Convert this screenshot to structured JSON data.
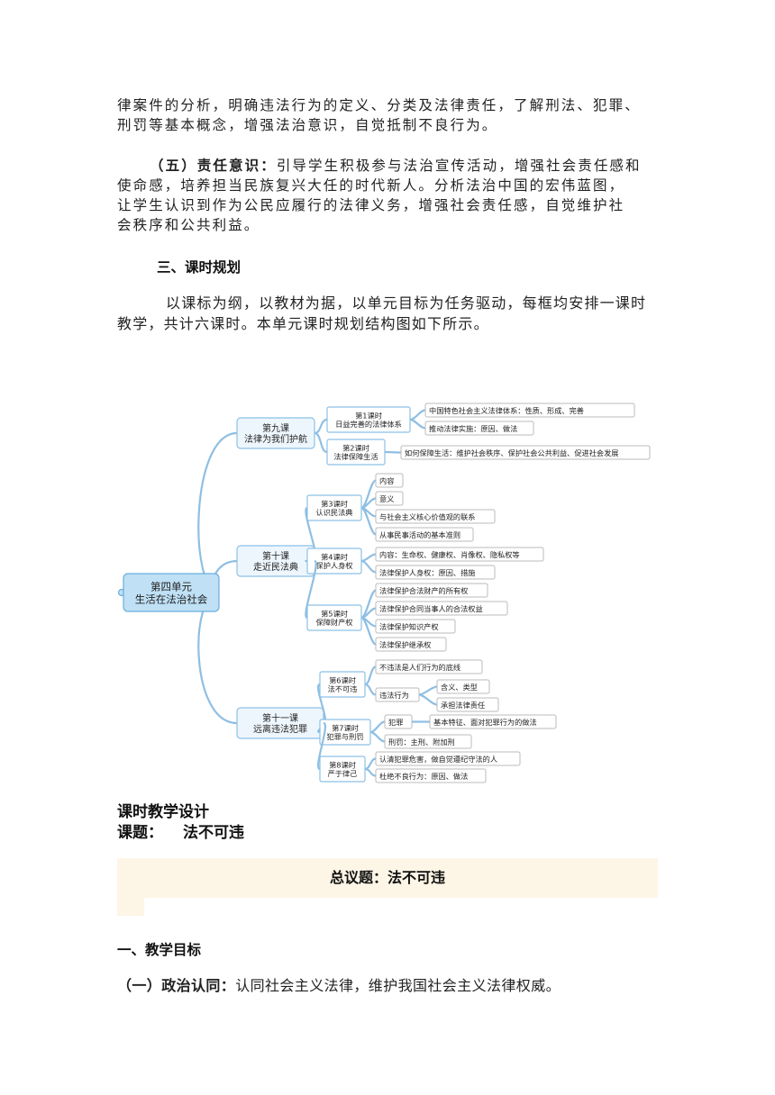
{
  "intro": {
    "line1": "律案件的分析，明确违法行为的定义、分类及法律责任，了解刑法、犯罪、",
    "line2": "刑罚等基本概念，增强法治意识，自觉抵制不良行为。"
  },
  "responsibility": {
    "label": "（五）责任意识：",
    "text1": "引导学生积极参与法治宣传活动，增强社会责任感和",
    "line2": "使命感，培养担当民族复兴大任的时代新人。分析法治中国的宏伟蓝图，",
    "line3": "让学生认识到作为公民应履行的法律义务，增强社会责任感，自觉维护社",
    "line4": "会秩序和公共利益。"
  },
  "section3": {
    "heading": "三、课时规划",
    "line1": "以课标为纲，以教材为据，以单元目标为任务驱动，每框均安排一课时",
    "line2": "教学，共计六课时。本单元课时规划结构图如下所示。"
  },
  "mindmap": {
    "root": [
      "第四单元",
      "生活在法治社会"
    ],
    "lessons": [
      {
        "title": [
          "第九课",
          "法律为我们护航"
        ],
        "periods": [
          {
            "title": [
              "第1课时",
              "日益完善的法律体系"
            ],
            "items": [
              "中国特色社会主义法律体系：性质、形成、完善",
              "推动法律实施：原因、做法"
            ]
          },
          {
            "title": [
              "第2课时",
              "法律保障生活"
            ],
            "items": [
              "如何保障生活：维护社会秩序、保护社会公共利益、促进社会发展"
            ]
          }
        ]
      },
      {
        "title": [
          "第十课",
          "走近民法典"
        ],
        "periods": [
          {
            "title": [
              "第3课时",
              "认识民法典"
            ],
            "items": [
              "内容",
              "意义",
              "与社会主义核心价值观的联系",
              "从事民事活动的基本准则"
            ]
          },
          {
            "title": [
              "第4课时",
              "保护人身权"
            ],
            "items": [
              "内容：生命权、健康权、肖像权、隐私权等",
              "法律保护人身权：原因、措施"
            ]
          },
          {
            "title": [
              "第5课时",
              "保障财产权"
            ],
            "items": [
              "法律保护合法财产的所有权",
              "法律保护合同当事人的合法权益",
              "法律保护知识产权",
              "法律保护继承权"
            ]
          }
        ]
      },
      {
        "title": [
          "第十一课",
          "远离违法犯罪"
        ],
        "periods": [
          {
            "title": [
              "第6课时",
              "法不可违"
            ],
            "items": [
              "不违法是人们行为的底线",
              "违法行为"
            ],
            "sub": [
              "含义、类型",
              "承担法律责任"
            ]
          },
          {
            "title": [
              "第7课时",
              "犯罪与刑罚"
            ],
            "items": [
              "犯罪",
              "刑罚：主刑、附加刑"
            ],
            "sub": [
              "基本特征、面对犯罪行为的做法"
            ]
          },
          {
            "title": [
              "第8课时",
              "严于律己"
            ],
            "items": [
              "认清犯罪危害，做自觉遵纪守法的人",
              "杜绝不良行为：原因、做法"
            ]
          }
        ]
      }
    ]
  },
  "design": {
    "title": "课时教学设计",
    "topic_label": "课题：",
    "topic_value": "法不可违",
    "general_topic": "总议题：法不可违"
  },
  "objectives": {
    "heading": "一、教学目标",
    "item1_label": "（一）政治认同：",
    "item1_text": "认同社会主义法律，维护我国社会主义法律权威。"
  },
  "colors": {
    "root_fill": "#bfe0f5",
    "root_stroke": "#6aaede",
    "node_fill": "#eef6fd",
    "node_stroke": "#8cc0e6",
    "leaf_stroke": "#bbbbbb",
    "line": "#8fbfe3",
    "band": "#fdf5e6"
  }
}
